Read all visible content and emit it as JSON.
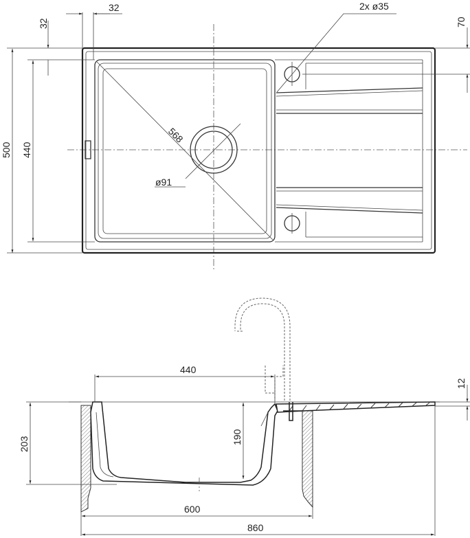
{
  "title": "Sink technical drawing",
  "top_view": {
    "dim_flange_width": "32",
    "dim_flange_depth": "32",
    "dim_holes": "2x ø35",
    "dim_hole_offset": "70",
    "dim_overall_depth": "500",
    "dim_bowl_depth": "440",
    "dim_diagonal": "568",
    "dim_drain": "ø91"
  },
  "side_view": {
    "dim_bowl_width": "440",
    "dim_drainer_thickness": "12",
    "dim_bowl_height": "190",
    "dim_total_height": "203",
    "dim_cabinet": "600",
    "dim_overall_width": "860"
  }
}
